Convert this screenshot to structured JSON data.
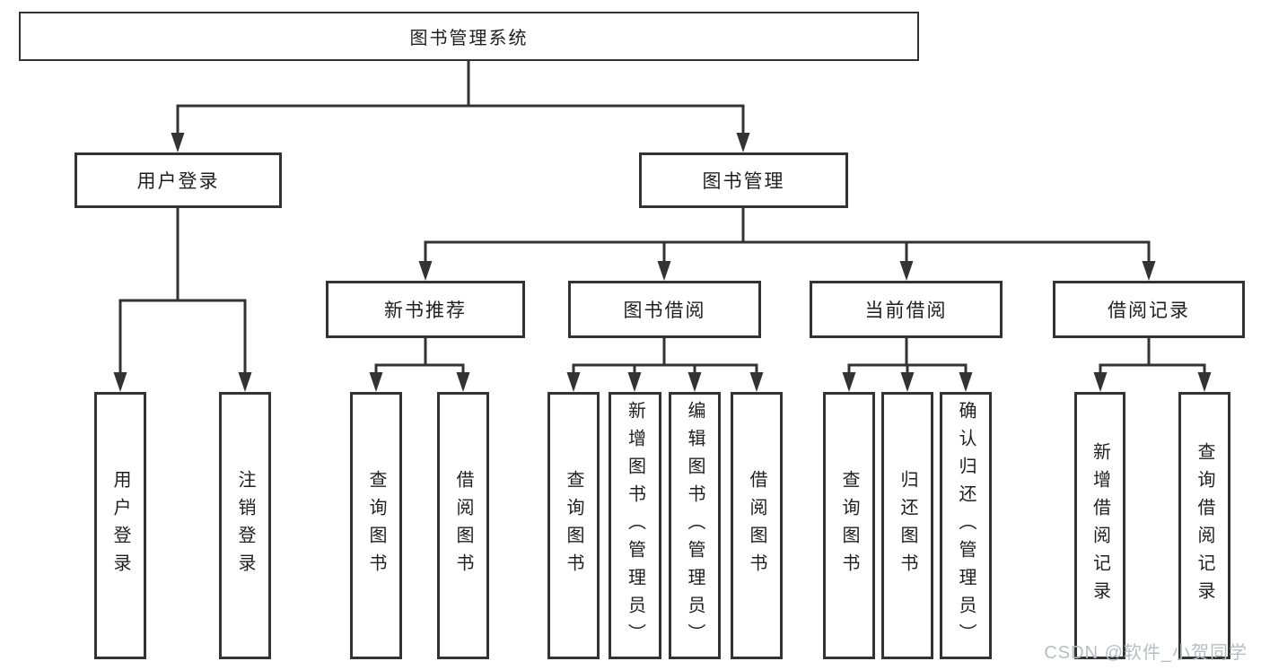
{
  "colors": {
    "line": "#333333",
    "text": "#1f1f1f",
    "watermark": "#b9bdc2",
    "background": "#ffffff"
  },
  "root": {
    "label": "图书管理系统"
  },
  "login": {
    "label": "用户登录",
    "children": [
      "用户登录",
      "注销登录"
    ]
  },
  "management": {
    "label": "图书管理",
    "sections": [
      {
        "label": "新书推荐",
        "children": [
          "查询图书",
          "借阅图书"
        ]
      },
      {
        "label": "图书借阅",
        "children": [
          "查询图书",
          "新增图书（管理员）",
          "编辑图书（管理员）",
          "借阅图书"
        ]
      },
      {
        "label": "当前借阅",
        "children": [
          "查询图书",
          "归还图书",
          "确认归还（管理员）"
        ]
      },
      {
        "label": "借阅记录",
        "children": [
          "新增借阅记录",
          "查询借阅记录"
        ]
      }
    ]
  },
  "watermark": "CSDN @软件_小贺同学"
}
